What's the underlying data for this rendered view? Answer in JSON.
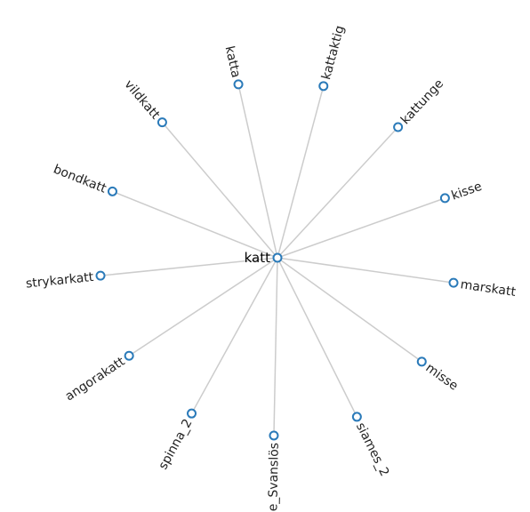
{
  "graph": {
    "center": {
      "label": "katt"
    },
    "neighbors": [
      {
        "id": "kattaktig",
        "label": "kattaktig"
      },
      {
        "id": "kattunge",
        "label": "kattunge"
      },
      {
        "id": "kisse",
        "label": "kisse"
      },
      {
        "id": "marskatt",
        "label": "marskatt"
      },
      {
        "id": "misse",
        "label": "misse"
      },
      {
        "id": "siames_2",
        "label": "siames_2"
      },
      {
        "id": "pelle-svanslos",
        "label": "Pelle_Svanslös"
      },
      {
        "id": "spinna_2",
        "label": "spinna_2"
      },
      {
        "id": "angorakatt",
        "label": "angorakatt"
      },
      {
        "id": "strykarkatt",
        "label": "strykarkatt"
      },
      {
        "id": "bondkatt",
        "label": "bondkatt"
      },
      {
        "id": "vildkatt",
        "label": "vildkatt"
      },
      {
        "id": "katta",
        "label": "katta"
      }
    ]
  },
  "colors": {
    "node_stroke": "#2a7ab9",
    "edge": "#cccccc",
    "text": "#222222"
  }
}
